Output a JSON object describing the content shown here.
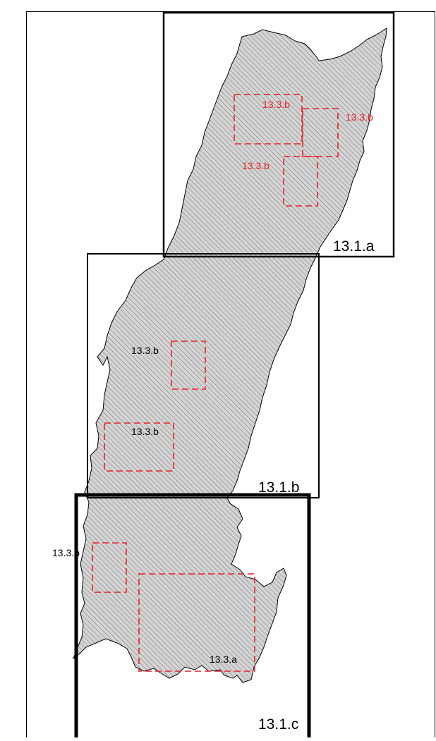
{
  "map": {
    "colors": {
      "region_fill": "#d2d2d2",
      "hatch": "#707070",
      "outline": "#000000",
      "detail_box": "#e8202a",
      "detail_label_red": "#e8202a",
      "detail_label_dark": "#000000",
      "background": "#ffffff"
    },
    "sheets": [
      {
        "id": "sheet-13-1-a",
        "label": "13.1.a"
      },
      {
        "id": "sheet-13-1-b",
        "label": "13.1.b"
      },
      {
        "id": "sheet-13-1-c",
        "label": "13.1.c"
      }
    ],
    "detail_areas": [
      {
        "label": "13.3.b",
        "style": "red"
      },
      {
        "label": "13.3.b",
        "style": "red"
      },
      {
        "label": "13.3.b",
        "style": "red"
      },
      {
        "label": "13.3.b",
        "style": "dark"
      },
      {
        "label": "13.3.b",
        "style": "dark"
      },
      {
        "label": "13.3.b",
        "style": "dark"
      },
      {
        "label": "13.3.a",
        "style": "dark"
      }
    ]
  }
}
